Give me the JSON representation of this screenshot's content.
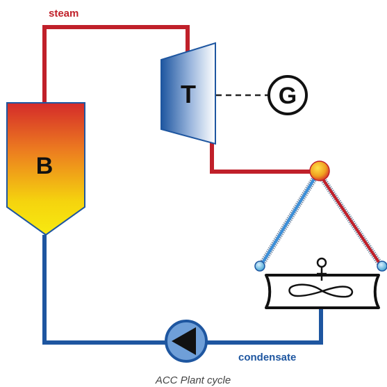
{
  "labels": {
    "steam": "steam",
    "condensate": "condensate",
    "turbine": "T",
    "generator": "G",
    "boiler": "B",
    "caption": "ACC Plant cycle"
  },
  "colors": {
    "steam_line": "#c0202a",
    "condensate_line": "#1e56a0",
    "boiler_top": "#d42a2a",
    "boiler_bottom": "#f5e30e",
    "turbine_edge": "#1e56a0",
    "pump_fill": "#6f9fd8"
  }
}
